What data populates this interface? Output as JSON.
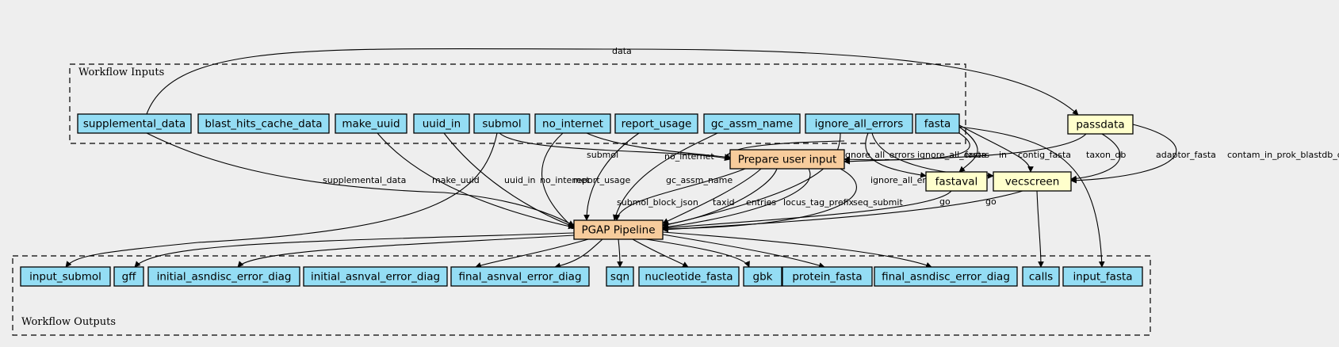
{
  "clusters": [
    {
      "id": "inputs",
      "label": "Workflow Inputs"
    },
    {
      "id": "outputs",
      "label": "Workflow Outputs"
    }
  ],
  "nodes": [
    {
      "id": "supplemental_data",
      "label": "supplemental_data",
      "kind": "io"
    },
    {
      "id": "blast_hits_cache_data",
      "label": "blast_hits_cache_data",
      "kind": "io"
    },
    {
      "id": "make_uuid",
      "label": "make_uuid",
      "kind": "io"
    },
    {
      "id": "uuid_in",
      "label": "uuid_in",
      "kind": "io"
    },
    {
      "id": "submol",
      "label": "submol",
      "kind": "io"
    },
    {
      "id": "no_internet",
      "label": "no_internet",
      "kind": "io"
    },
    {
      "id": "report_usage",
      "label": "report_usage",
      "kind": "io"
    },
    {
      "id": "gc_assm_name",
      "label": "gc_assm_name",
      "kind": "io"
    },
    {
      "id": "ignore_all_errors",
      "label": "ignore_all_errors",
      "kind": "io"
    },
    {
      "id": "fasta",
      "label": "fasta",
      "kind": "io"
    },
    {
      "id": "passdata",
      "label": "passdata",
      "kind": "tool"
    },
    {
      "id": "prepare",
      "label": "Prepare user input",
      "kind": "workflow"
    },
    {
      "id": "fastaval",
      "label": "fastaval",
      "kind": "tool"
    },
    {
      "id": "vecscreen",
      "label": "vecscreen",
      "kind": "tool"
    },
    {
      "id": "pgap",
      "label": "PGAP Pipeline",
      "kind": "workflow"
    },
    {
      "id": "input_submol",
      "label": "input_submol",
      "kind": "io"
    },
    {
      "id": "gff",
      "label": "gff",
      "kind": "io"
    },
    {
      "id": "initial_asndisc_error_diag",
      "label": "initial_asndisc_error_diag",
      "kind": "io"
    },
    {
      "id": "initial_asnval_error_diag",
      "label": "initial_asnval_error_diag",
      "kind": "io"
    },
    {
      "id": "final_asnval_error_diag",
      "label": "final_asnval_error_diag",
      "kind": "io"
    },
    {
      "id": "sqn",
      "label": "sqn",
      "kind": "io"
    },
    {
      "id": "nucleotide_fasta",
      "label": "nucleotide_fasta",
      "kind": "io"
    },
    {
      "id": "gbk",
      "label": "gbk",
      "kind": "io"
    },
    {
      "id": "protein_fasta",
      "label": "protein_fasta",
      "kind": "io"
    },
    {
      "id": "final_asndisc_error_diag",
      "label": "final_asndisc_error_diag",
      "kind": "io"
    },
    {
      "id": "calls",
      "label": "calls",
      "kind": "io"
    },
    {
      "id": "input_fasta",
      "label": "input_fasta",
      "kind": "io"
    }
  ],
  "edges": [
    {
      "id": "e1",
      "from": "supplemental_data",
      "to": "passdata",
      "label": "data"
    },
    {
      "id": "e2",
      "from": "supplemental_data",
      "to": "pgap",
      "label": "supplemental_data"
    },
    {
      "id": "e3",
      "from": "make_uuid",
      "to": "pgap",
      "label": "make_uuid"
    },
    {
      "id": "e4",
      "from": "uuid_in",
      "to": "pgap",
      "label": "uuid_in"
    },
    {
      "id": "e5",
      "from": "submol",
      "to": "prepare",
      "label": "submol"
    },
    {
      "id": "e6",
      "from": "submol",
      "to": "input_submol",
      "label": ""
    },
    {
      "id": "e7",
      "from": "no_internet",
      "to": "pgap",
      "label": "no_internet"
    },
    {
      "id": "e8",
      "from": "no_internet",
      "to": "prepare",
      "label": "no_internet"
    },
    {
      "id": "e9",
      "from": "report_usage",
      "to": "pgap",
      "label": "report_usage"
    },
    {
      "id": "e10",
      "from": "gc_assm_name",
      "to": "pgap",
      "label": "gc_assm_name"
    },
    {
      "id": "e11",
      "from": "ignore_all_errors",
      "to": "prepare",
      "label": "ignore_all_errors"
    },
    {
      "id": "e12",
      "from": "ignore_all_errors",
      "to": "fastaval",
      "label": "ignore_all_errors"
    },
    {
      "id": "e13",
      "from": "ignore_all_errors",
      "to": "vecscreen",
      "label": "ignore_all_errors"
    },
    {
      "id": "e14",
      "from": "ignore_all_errors",
      "to": "pgap",
      "label": "ignore_all_errors"
    },
    {
      "id": "e15",
      "from": "fasta",
      "to": "prepare",
      "label": "fasta"
    },
    {
      "id": "e16",
      "from": "fasta",
      "to": "fastaval",
      "label": "in"
    },
    {
      "id": "e17",
      "from": "fasta",
      "to": "vecscreen",
      "label": "contig_fasta"
    },
    {
      "id": "e18",
      "from": "fasta",
      "to": "input_fasta",
      "label": ""
    },
    {
      "id": "e19",
      "from": "passdata",
      "to": "prepare",
      "label": "taxon_db"
    },
    {
      "id": "e20",
      "from": "passdata",
      "to": "vecscreen",
      "label": "adaptor_fasta"
    },
    {
      "id": "e21",
      "from": "passdata",
      "to": "vecscreen",
      "label": "contam_in_prok_blastdb_dir"
    },
    {
      "id": "e22",
      "from": "prepare",
      "to": "pgap",
      "label": "submol_block_json"
    },
    {
      "id": "e23",
      "from": "prepare",
      "to": "pgap",
      "label": "taxid"
    },
    {
      "id": "e24",
      "from": "prepare",
      "to": "pgap",
      "label": "entries"
    },
    {
      "id": "e25",
      "from": "prepare",
      "to": "pgap",
      "label": "locus_tag_prefix"
    },
    {
      "id": "e26",
      "from": "prepare",
      "to": "pgap",
      "label": "seq_submit"
    },
    {
      "id": "e27",
      "from": "fastaval",
      "to": "pgap",
      "label": "go"
    },
    {
      "id": "e28",
      "from": "vecscreen",
      "to": "pgap",
      "label": "go"
    },
    {
      "id": "e29",
      "from": "vecscreen",
      "to": "calls",
      "label": ""
    },
    {
      "id": "e30",
      "from": "pgap",
      "to": "gff",
      "label": ""
    },
    {
      "id": "e31",
      "from": "pgap",
      "to": "initial_asndisc_error_diag",
      "label": ""
    },
    {
      "id": "e32",
      "from": "pgap",
      "to": "initial_asnval_error_diag",
      "label": ""
    },
    {
      "id": "e33",
      "from": "pgap",
      "to": "final_asnval_error_diag",
      "label": ""
    },
    {
      "id": "e34",
      "from": "pgap",
      "to": "sqn",
      "label": ""
    },
    {
      "id": "e35",
      "from": "pgap",
      "to": "nucleotide_fasta",
      "label": ""
    },
    {
      "id": "e36",
      "from": "pgap",
      "to": "gbk",
      "label": ""
    },
    {
      "id": "e37",
      "from": "pgap",
      "to": "protein_fasta",
      "label": ""
    },
    {
      "id": "e38",
      "from": "pgap",
      "to": "final_asndisc_error_diag",
      "label": ""
    }
  ],
  "colors": {
    "io": "#94ddf4",
    "tool": "#ffffcc",
    "workflow": "#f7cc9c",
    "background": "#eeeeee"
  }
}
